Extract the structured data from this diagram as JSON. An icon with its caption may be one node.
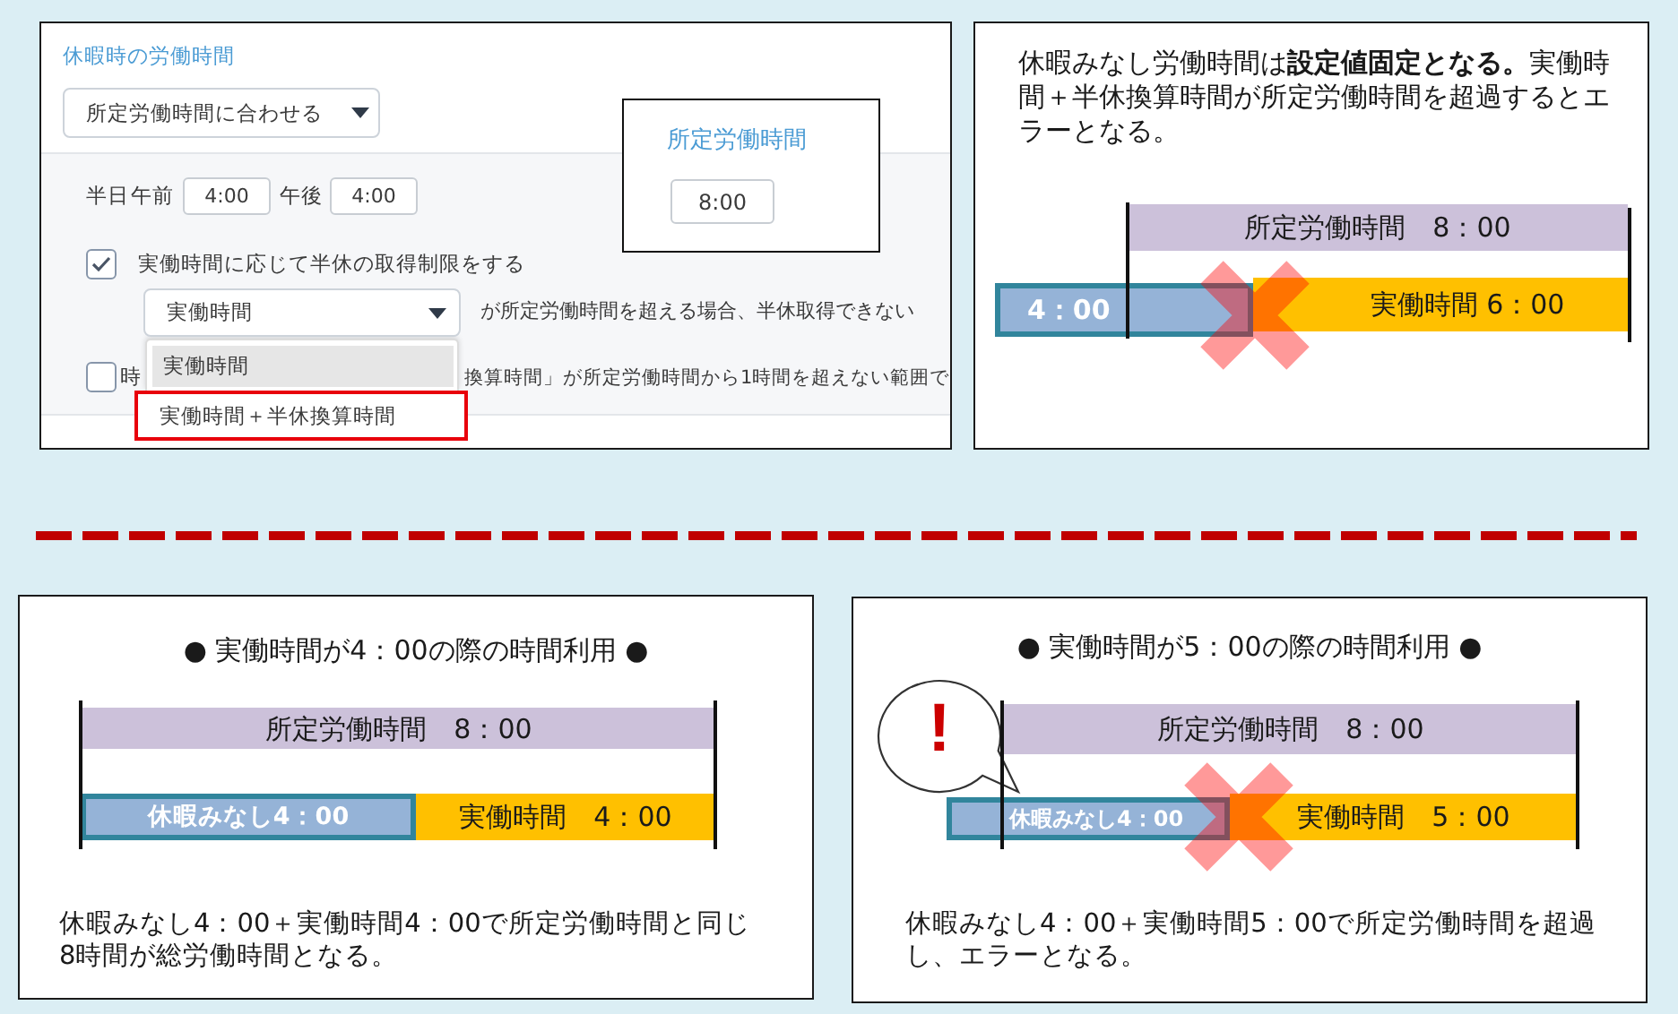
{
  "diagram": {
    "nodes": [
      {
        "text": [
          "休暇時の労働時間"
        ]
      },
      {
        "text": [
          "所定労働時間",
          "8:00"
        ],
        "in": 0
      },
      {
        "text": [
          "実働時間＋半休換算時間"
        ],
        "in": 0
      },
      {
        "text": [
          "休暇みなし労働時間は**設定値固定となる。**実働時間＋半休換算時間が所定労働時間を超過するとエラーとなる。"
        ]
      },
      {
        "text": [
          "所定労働時間　8：00"
        ],
        "in": 3
      },
      {
        "text": [
          "4：00"
        ],
        "in": 3
      },
      {
        "text": [
          "実働時間 6：00"
        ],
        "in": 3
      },
      {
        "text": [
          "● 実働時間が4：00の際の時間利用 ●",
          "休暇みなし4：00＋実働時間4：00で所定労働時間と同じ8時間が総労働時間となる。"
        ]
      },
      {
        "text": [
          "所定労働時間　8：00"
        ],
        "in": 7
      },
      {
        "text": [
          "休暇みなし4：00"
        ],
        "in": 7
      },
      {
        "text": [
          "実働時間　4：00"
        ],
        "in": 7
      },
      {
        "text": [
          "● 実働時間が5：00の際の時間利用 ●",
          "休暇みなし4：00＋実働時間5：00で所定労働時間を超過し、エラーとなる。"
        ]
      },
      {
        "text": [
          "!"
        ],
        "in": 11
      },
      {
        "text": [
          "所定労働時間　8：00"
        ],
        "in": 11
      },
      {
        "text": [
          "休暇みなし4：00"
        ],
        "in": 11
      },
      {
        "text": [
          "実働時間　5：00"
        ],
        "in": 11
      }
    ],
    "labels": [
      "所定労働時間に合わせる",
      "半日",
      "午前",
      "4:00",
      "午後",
      "4:00",
      "実働時間に応じて半休の取得制限をする",
      "実働時間",
      "が所定労働時間を超える場合、半休取得できない",
      "実働時間",
      "時",
      "換算時間」が所定労働時間から1時間を超えない範囲で"
    ]
  }
}
